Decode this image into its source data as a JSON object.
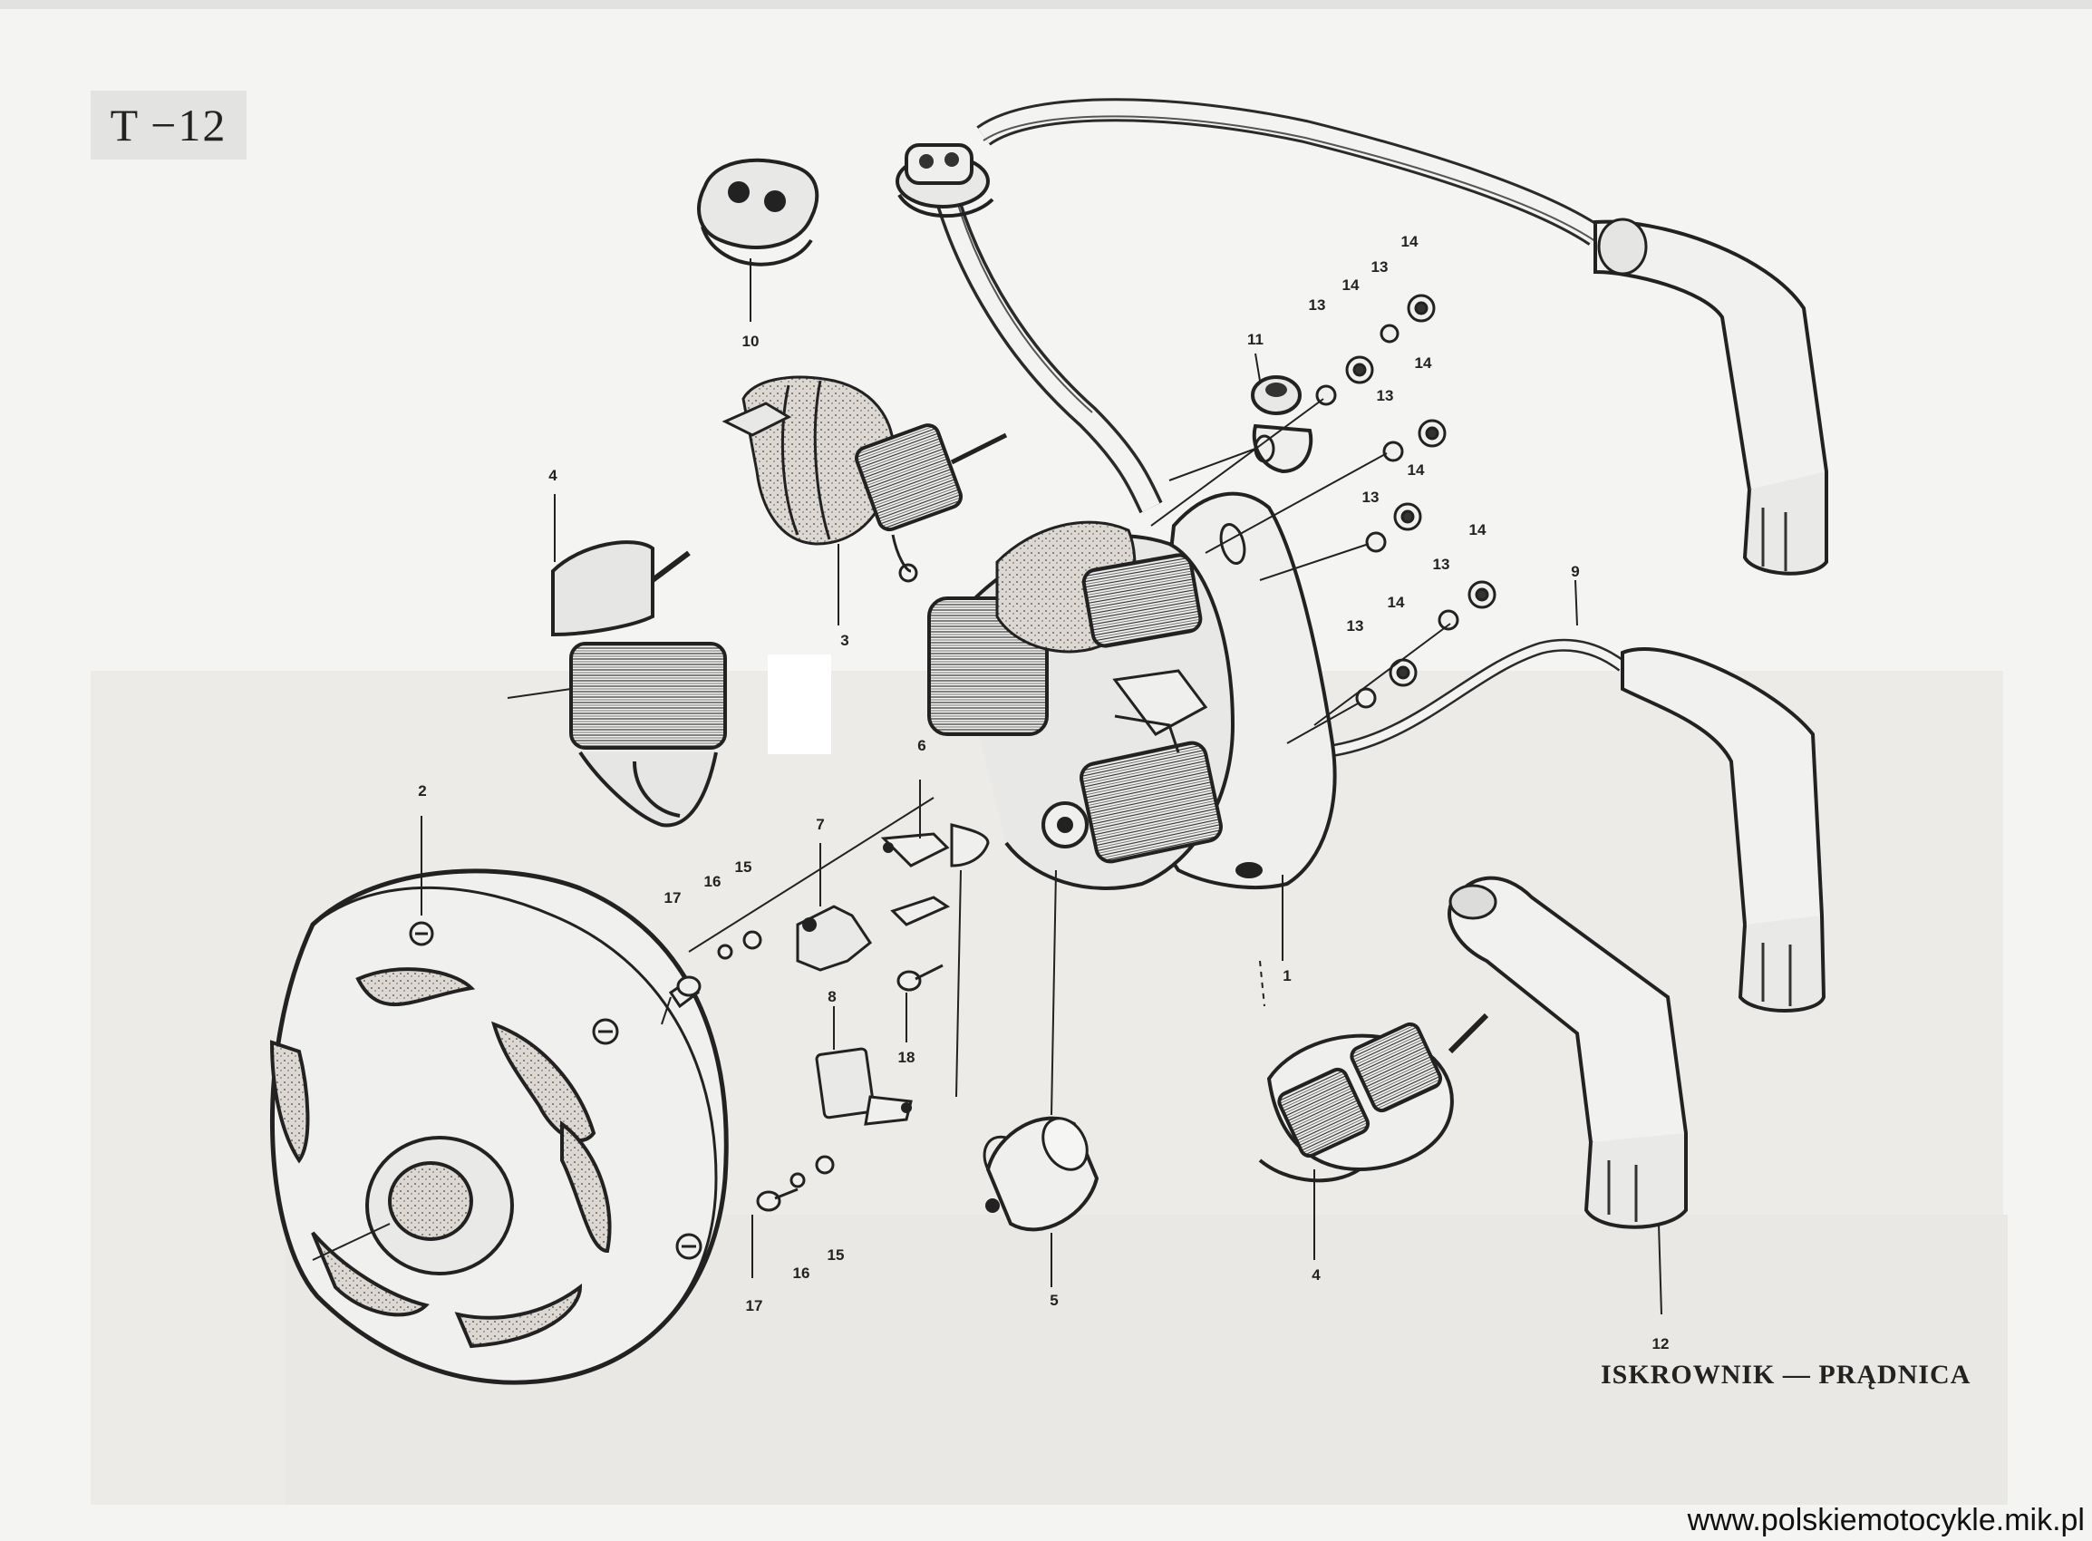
{
  "sheet_label": "T −12",
  "caption": "ISKROWNIK — PRĄDNICA",
  "website": "www.polskiemotocykle.mik.pl",
  "part_numbers": {
    "p10": "10",
    "p11": "11",
    "p3": "3",
    "p4_upper": "4",
    "p4_lower": "4",
    "p2": "2",
    "p1": "1",
    "p5": "5",
    "p6": "6",
    "p7": "7",
    "p8": "8",
    "p9": "9",
    "p12": "12",
    "p13_a": "13",
    "p13_b": "13",
    "p13_c": "13",
    "p13_d": "13",
    "p13_e": "13",
    "p13_f": "13",
    "p14_a": "14",
    "p14_b": "14",
    "p14_c": "14",
    "p14_d": "14",
    "p14_e": "14",
    "p14_f": "14",
    "p15_a": "15",
    "p15_b": "15",
    "p16_a": "16",
    "p16_b": "16",
    "p17_a": "17",
    "p17_b": "17",
    "p18": "18"
  }
}
